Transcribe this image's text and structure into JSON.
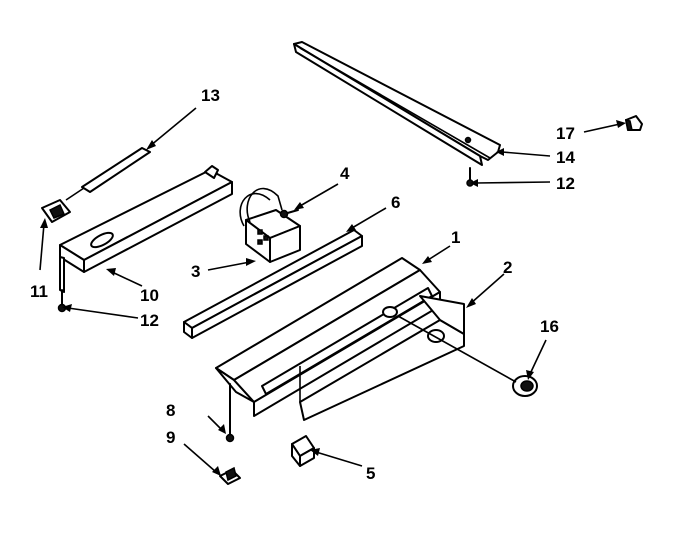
{
  "callouts": {
    "c1": "1",
    "c2": "2",
    "c3": "3",
    "c4": "4",
    "c5": "5",
    "c6": "6",
    "c8": "8",
    "c9": "9",
    "c10": "10",
    "c11": "11",
    "c12a": "12",
    "c12b": "12",
    "c13": "13",
    "c14": "14",
    "c16": "16",
    "c17": "17"
  }
}
